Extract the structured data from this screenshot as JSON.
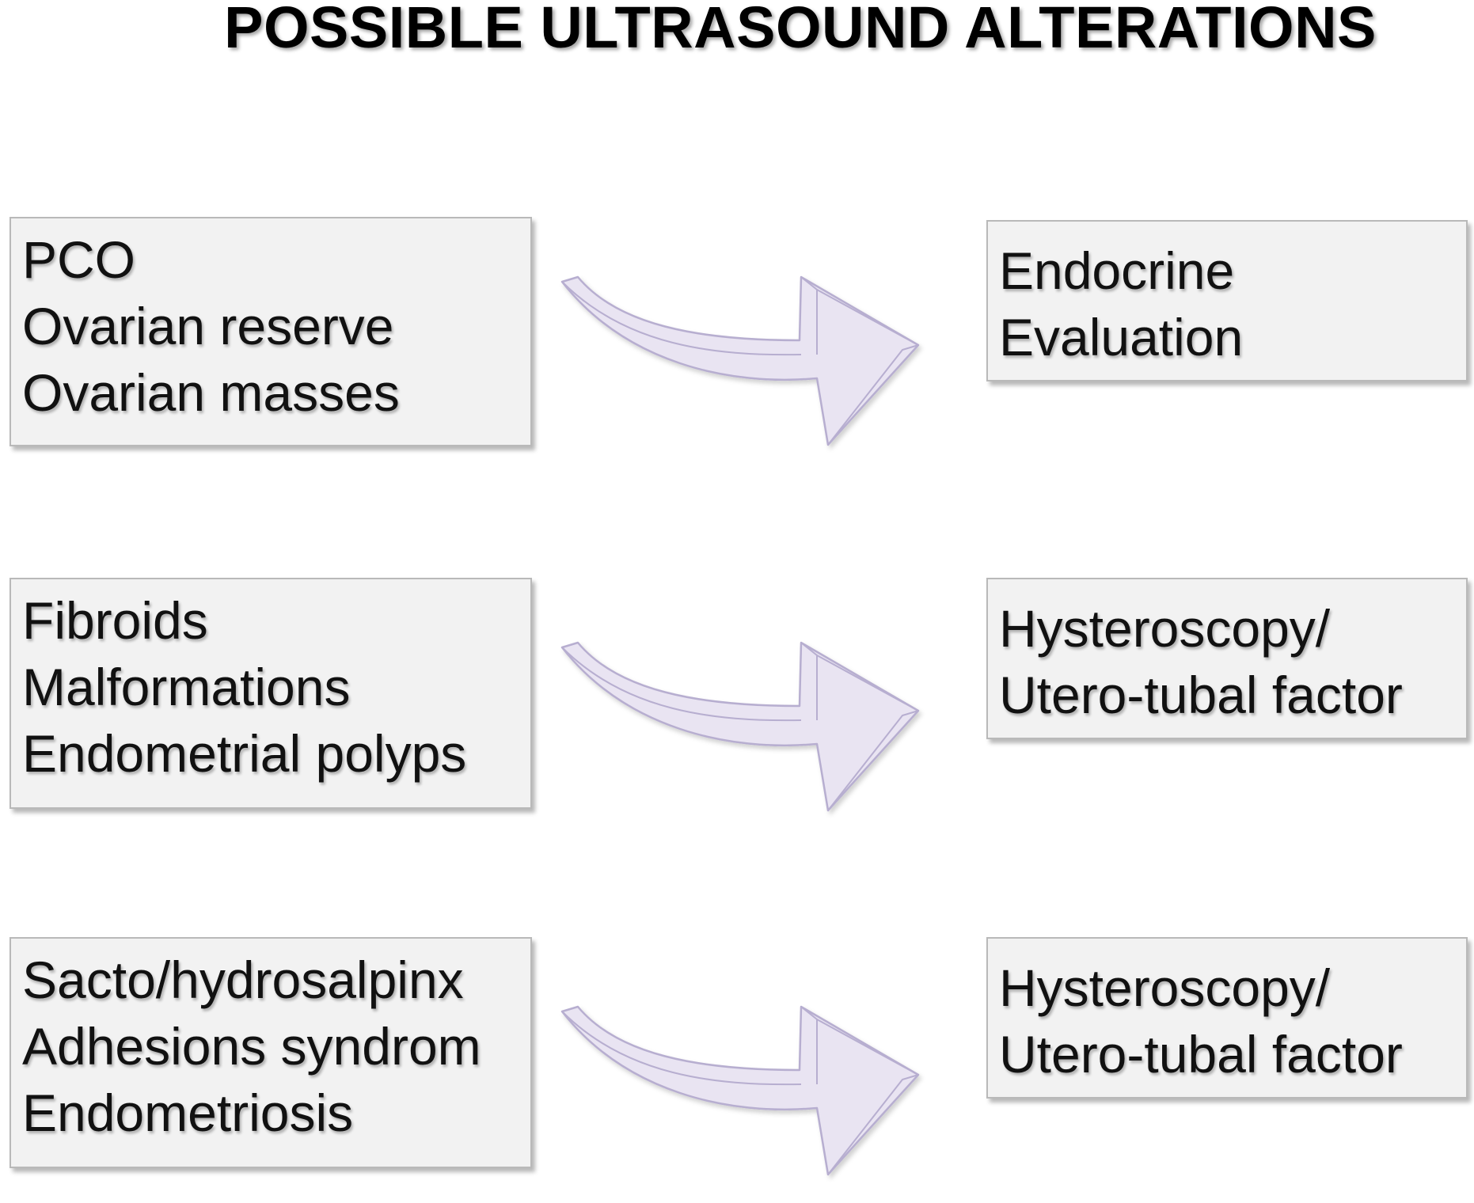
{
  "title": "POSSIBLE ULTRASOUND ALTERATIONS",
  "colors": {
    "box_fill": "#f2f2f2",
    "box_border": "#b9b9b9",
    "arrow_fill": "#e9e4f2",
    "arrow_stroke": "#b7aed0"
  },
  "rows": [
    {
      "findings": [
        "PCO",
        "Ovarian reserve",
        "Ovarian masses"
      ],
      "action": [
        "Endocrine",
        "Evaluation"
      ]
    },
    {
      "findings": [
        "Fibroids",
        "Malformations",
        "Endometrial polyps"
      ],
      "action": [
        "Hysteroscopy/",
        "Utero-tubal factor"
      ]
    },
    {
      "findings": [
        "Sacto/hydrosalpinx",
        "Adhesions syndrom",
        "Endometriosis"
      ],
      "action": [
        "Hysteroscopy/",
        "Utero-tubal factor"
      ]
    }
  ]
}
